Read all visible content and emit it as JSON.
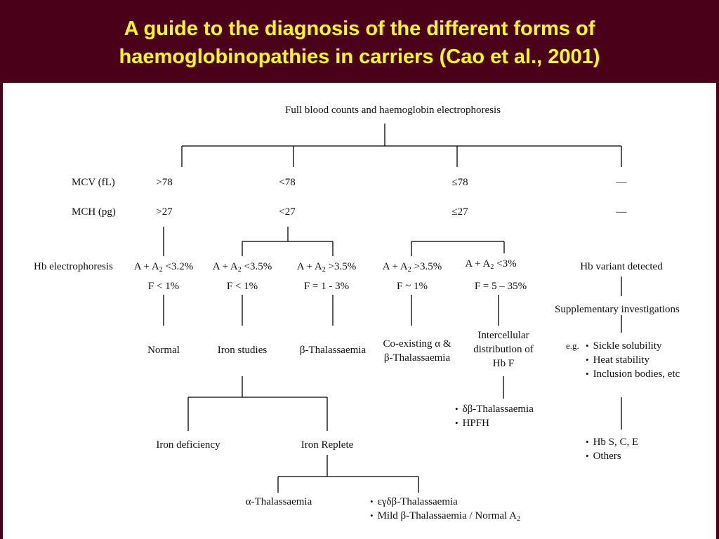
{
  "title": {
    "line1": "A guide to the diagnosis of the different forms of",
    "line2": "haemoglobinopathies in carriers (Cao et al., 2001)"
  },
  "diagram": {
    "root": "Full blood counts and haemoglobin electrophoresis",
    "row_labels": {
      "mcv": "MCV (fL)",
      "mch": "MCH (pg)",
      "hb": "Hb electrophoresis"
    },
    "mcv_values": [
      ">78",
      "<78",
      "≤78",
      "—"
    ],
    "mch_values": [
      ">27",
      "<27",
      "≤27",
      "—"
    ],
    "hb_results": {
      "r1": {
        "prefix": "A + A",
        "suffix": " <3.2%",
        "f": "F < 1%"
      },
      "r2": {
        "prefix": "A + A",
        "suffix": " <3.5%",
        "f": "F < 1%"
      },
      "r3": {
        "prefix": "A + A",
        "suffix": " >3.5%",
        "f": "F = 1 - 3%"
      },
      "r4": {
        "prefix": "A + A",
        "suffix": " >3.5%",
        "f": "F ~ 1%"
      },
      "r5": {
        "prefix": "A + A",
        "suffix": " <3%",
        "f": "F = 5 – 35%"
      },
      "r6": {
        "text": "Hb variant detected"
      }
    },
    "sub2": "2",
    "outcomes": {
      "normal": "Normal",
      "iron_studies": "Iron studies",
      "beta_thal": "β-Thalassaemia",
      "coexisting_line1": "Co-existing α &",
      "coexisting_line2": "β-Thalassaemia",
      "intercellular_line1": "Intercellular",
      "intercellular_line2": "distribution of",
      "intercellular_line3": "Hb F",
      "supplementary": "Supplementary investigations",
      "eg": "e.g."
    },
    "supplementary_items": [
      "Sickle solubility",
      "Heat stability",
      "Inclusion bodies, etc"
    ],
    "hbf_items": [
      "δβ-Thalassaemia",
      "HPFH"
    ],
    "variant_items": [
      "Hb S, C, E",
      "Others"
    ],
    "iron": {
      "deficiency": "Iron deficiency",
      "replete": "Iron Replete",
      "alpha_thal": "α-Thalassaemia",
      "bullet_1": "εγδβ-Thalassaemia",
      "bullet_2_prefix": "Mild β-Thalassaemia / Normal A",
      "bullet_2_sub": "2"
    },
    "bullet": "•"
  }
}
